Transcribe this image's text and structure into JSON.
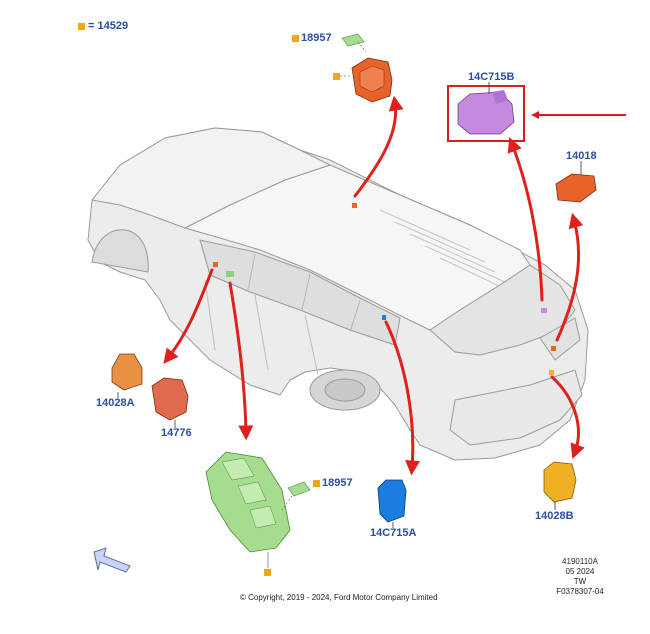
{
  "legend": {
    "symbol_label": "= 14529"
  },
  "parts": {
    "top_module": "18957",
    "rear_module": "14C715B",
    "liftgate_module": "14018",
    "left_small_module": "14028A",
    "left_red_module": "14776",
    "switch_pack_connector": "18957",
    "blue_module": "14C715A",
    "rear_yellow_module": "14028B"
  },
  "footer": {
    "copyright": "© Copyright, 2019 - 2024, Ford Motor Company Limited",
    "code": "4190110A",
    "date": "05 2024",
    "region": "TW",
    "figure_id": "F0378307-04"
  },
  "colors": {
    "label": "#2a4fa0",
    "marker": "#f0a818",
    "callout_arrow": "#e0201b",
    "highlight_box": "#d81e1e",
    "purple_module": "#c58ae0",
    "orange_module": "#e8622a",
    "green_switch": "#a6dc8e",
    "blue_module": "#1c7de0",
    "yellow_module": "#f0b024"
  }
}
